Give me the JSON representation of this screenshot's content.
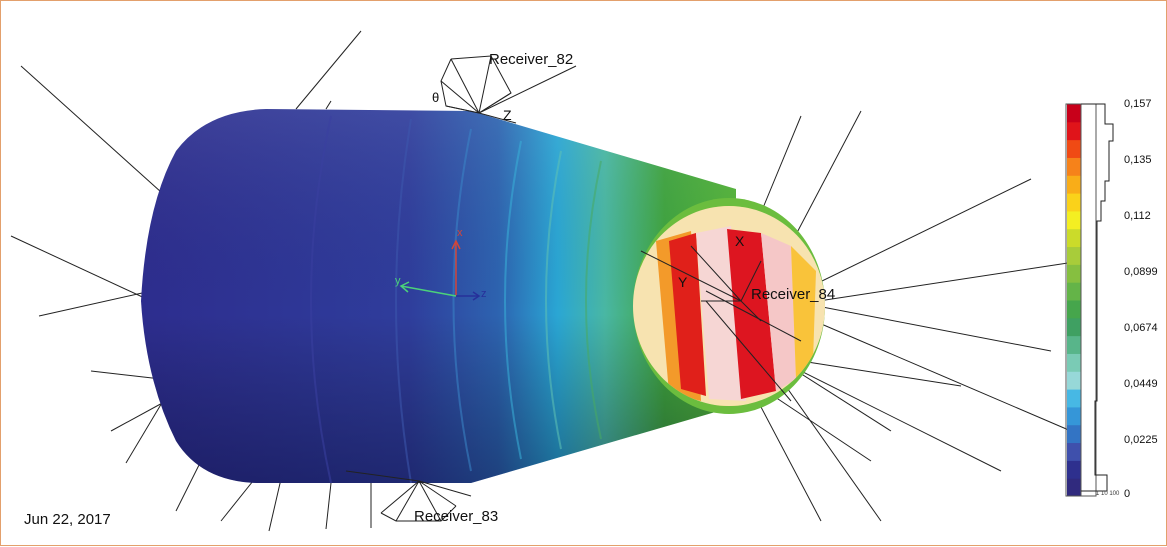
{
  "viewport": {
    "receivers": [
      {
        "name": "Receiver_82"
      },
      {
        "name": "Receiver_83"
      },
      {
        "name": "Receiver_84"
      }
    ],
    "axis_labels": {
      "x": "X",
      "y": "Y",
      "z": "Z",
      "theta": "θ"
    },
    "triad": {
      "x": "x",
      "y": "y",
      "z": "z"
    },
    "date": "Jun 22, 2017"
  },
  "legend": {
    "ticks": [
      "0,157",
      "0,135",
      "0,112",
      "0,0899",
      "0,0674",
      "0,0449",
      "0,0225",
      "0"
    ],
    "histogram_label": "1  10  100",
    "colors": [
      "#c8001a",
      "#e0141a",
      "#f04a14",
      "#f6821a",
      "#f9ad18",
      "#fad21a",
      "#f4ef22",
      "#cbdb2a",
      "#a8cc3a",
      "#86bf40",
      "#64b448",
      "#46a64c",
      "#3fa062",
      "#58b58a",
      "#7acbb5",
      "#97d8d8",
      "#47b8e4",
      "#3596d8",
      "#3374c4",
      "#3f50ac",
      "#2e308e",
      "#302a7e"
    ]
  }
}
